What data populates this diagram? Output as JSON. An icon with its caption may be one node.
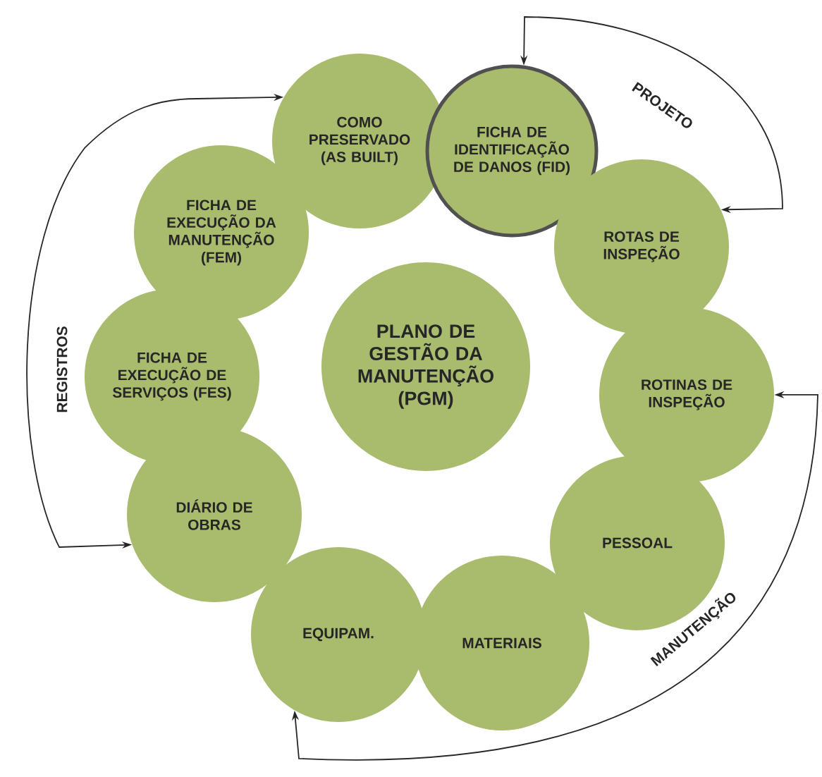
{
  "diagram": {
    "nodes": [
      {
        "text": [
          "COMO PRESERVADO (AS BUILT)"
        ]
      },
      {
        "text": [
          "FICHA DE IDENTIFICAÇÃO DE DANOS (FID)"
        ]
      },
      {
        "text": [
          "FICHA DE EXECUÇÃO DA MANUTENÇÃO (FEM)"
        ]
      },
      {
        "text": [
          "ROTAS DE INSPEÇÃO"
        ]
      },
      {
        "text": [
          "FICHA DE EXECUÇÃO DE SERVIÇOS (FES)"
        ]
      },
      {
        "text": [
          "PLANO DE GESTÃO DA MANUTENÇÃO (PGM)"
        ]
      },
      {
        "text": [
          "ROTINAS DE INSPEÇÃO"
        ]
      },
      {
        "text": [
          "DIÁRIO DE OBRAS"
        ]
      },
      {
        "text": [
          "PESSOAL"
        ]
      },
      {
        "text": [
          "EQUIPAM."
        ]
      },
      {
        "text": [
          "MATERIAIS"
        ]
      }
    ],
    "edges": [
      {
        "from": 1,
        "to": 3,
        "arrow": "both",
        "label": "PROJETO"
      },
      {
        "from": 7,
        "to": 0,
        "arrow": "both",
        "label": "REGISTROS"
      },
      {
        "from": 6,
        "to": 9,
        "arrow": "both",
        "label": "MANUTENÇÃO"
      }
    ]
  }
}
